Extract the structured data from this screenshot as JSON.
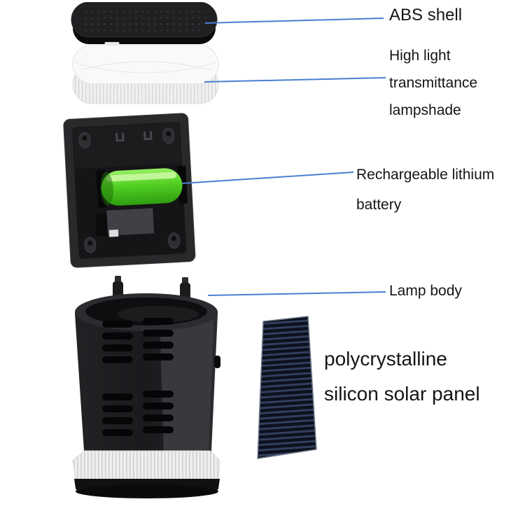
{
  "diagram": {
    "kind": "exploded product diagram",
    "product": "solar lamp",
    "callouts": [
      {
        "part": "abs-shell",
        "lines": [
          "ABS shell"
        ]
      },
      {
        "part": "lampshade",
        "lines": [
          "High light",
          "transmittance",
          "lampshade"
        ]
      },
      {
        "part": "battery",
        "lines": [
          "Rechargeable lithium",
          "battery"
        ]
      },
      {
        "part": "lamp-body",
        "lines": [
          "Lamp body"
        ]
      },
      {
        "part": "solar-panel",
        "lines": [
          "polycrystalline",
          "silicon solar panel"
        ]
      }
    ]
  },
  "colors": {
    "background": "#ffffff",
    "connector_line": "#4a7fd2",
    "label_text": "#151515",
    "shell_black": "#202023",
    "lampshade_white": "#f9f9fa",
    "battery_green": "#52cf23",
    "lamp_body_black": "#1f1f22",
    "solar_panel_navy": "#0c111e",
    "solar_cell_blue": "#32405e"
  }
}
